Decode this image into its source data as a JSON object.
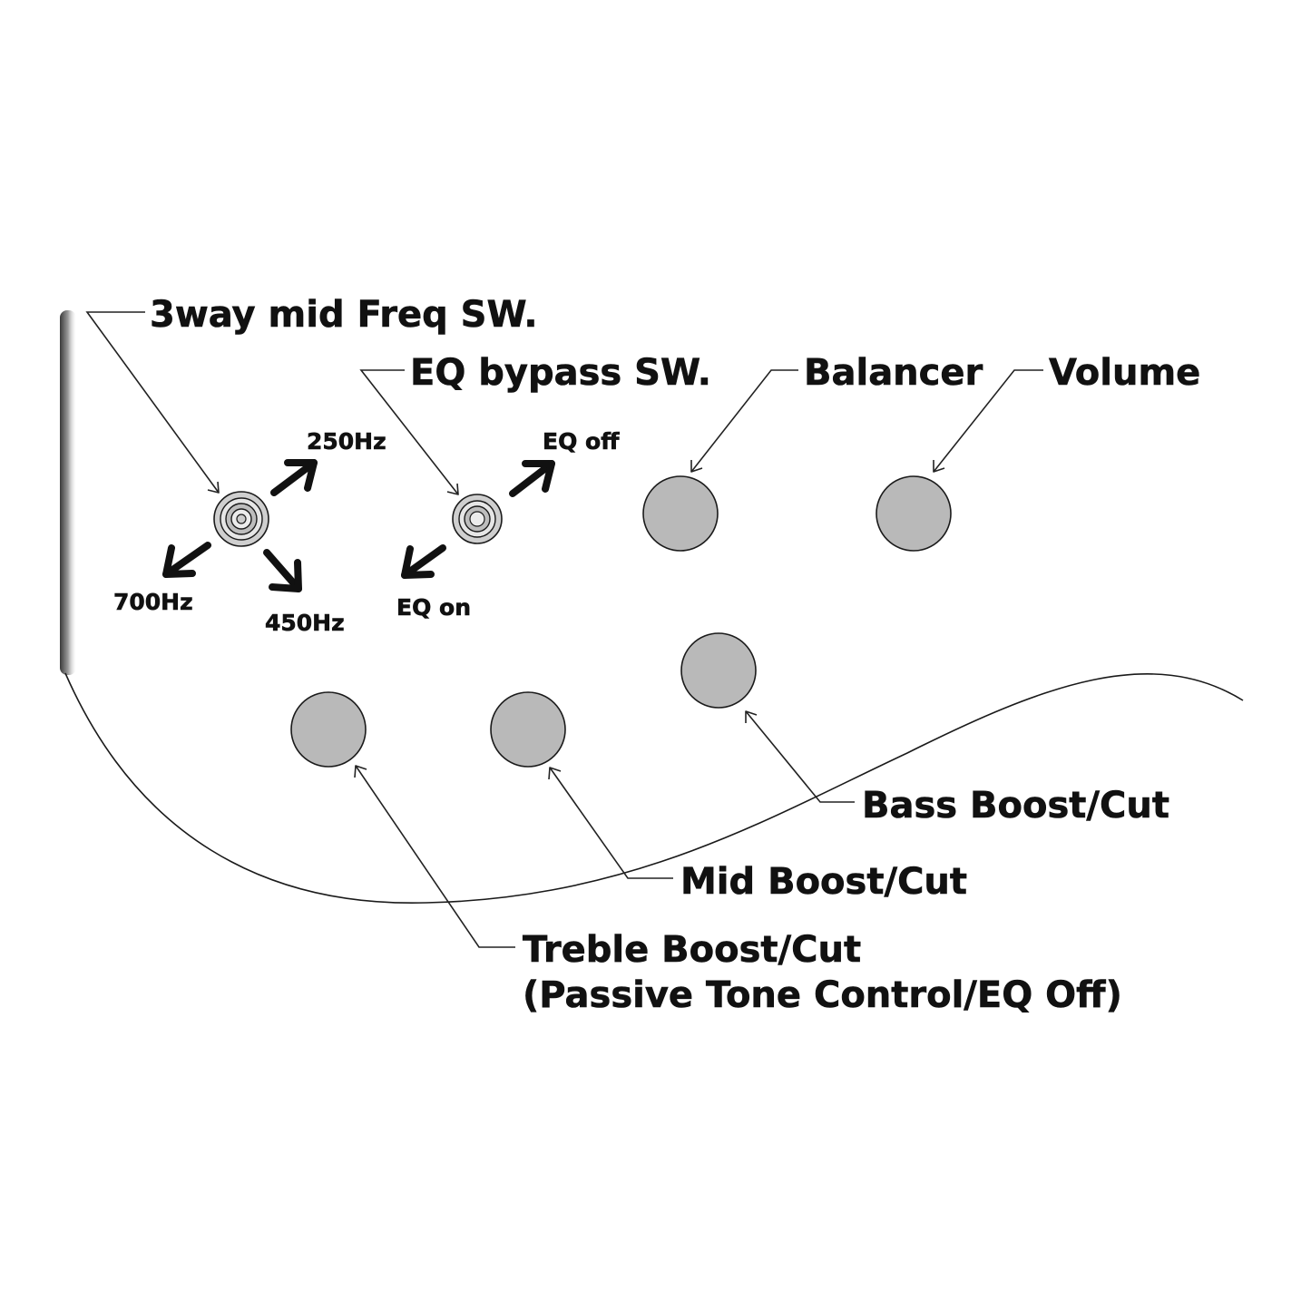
{
  "diagram": {
    "title_labels": {
      "mid_freq_switch": "3way mid Freq SW.",
      "eq_bypass_switch": "EQ bypass SW.",
      "balancer": "Balancer",
      "volume": "Volume",
      "bass": "Bass Boost/Cut",
      "mid": "Mid Boost/Cut",
      "treble_line1": "Treble Boost/Cut",
      "treble_line2": "(Passive Tone Control/EQ Off)"
    },
    "switch_positions": {
      "freq_250": "250Hz",
      "freq_700": "700Hz",
      "freq_450": "450Hz",
      "eq_off": "EQ off",
      "eq_on": "EQ on"
    },
    "colors": {
      "knob_fill": "#b9b9b9",
      "line": "#1a1a1a",
      "text": "#111111",
      "background": "#ffffff"
    }
  }
}
